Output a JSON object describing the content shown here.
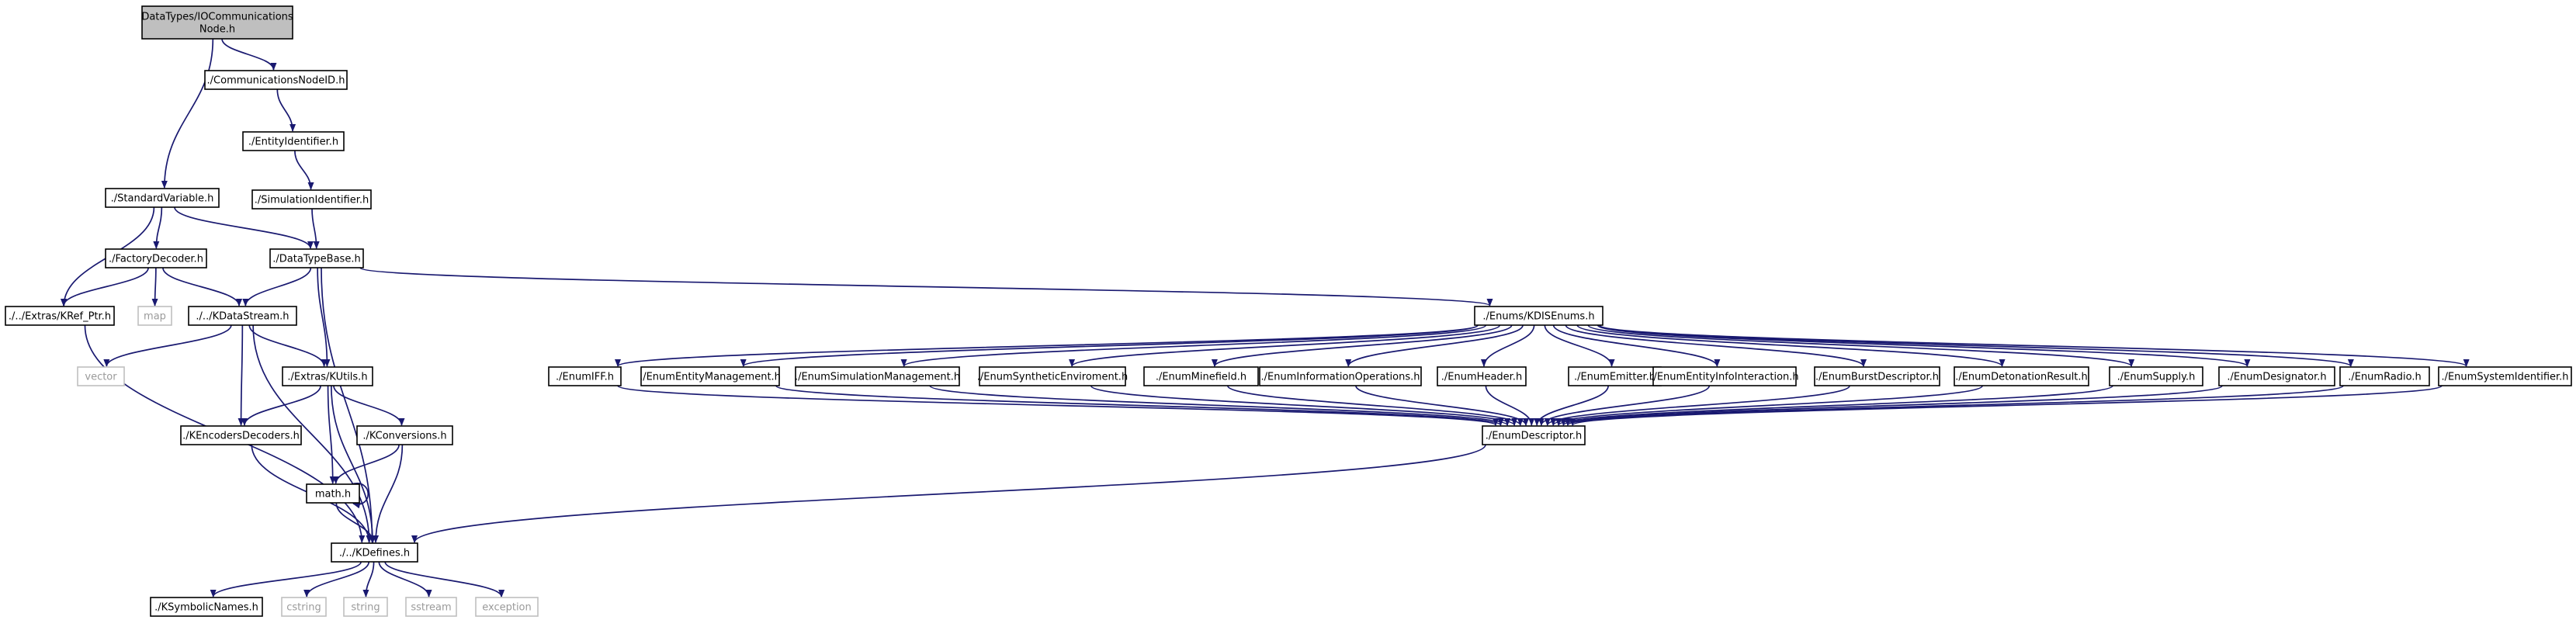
{
  "colors": {
    "edge": "#191970",
    "root_fill": "#bfbfbf",
    "node_border": "#000000",
    "external_border": "#bfbfbf",
    "external_text": "#9a9a9a"
  },
  "nodes": [
    {
      "id": "root",
      "lines": [
        "DataTypes/IOCommunications",
        "Node.h"
      ],
      "kind": "root"
    },
    {
      "id": "commnodeid",
      "lines": [
        "./CommunicationsNodeID.h"
      ]
    },
    {
      "id": "entityid",
      "lines": [
        "./EntityIdentifier.h"
      ]
    },
    {
      "id": "simid",
      "lines": [
        "./SimulationIdentifier.h"
      ]
    },
    {
      "id": "stdvar",
      "lines": [
        "./StandardVariable.h"
      ]
    },
    {
      "id": "factory",
      "lines": [
        "./FactoryDecoder.h"
      ]
    },
    {
      "id": "dtbase",
      "lines": [
        "./DataTypeBase.h"
      ]
    },
    {
      "id": "krefptr",
      "lines": [
        "./../Extras/KRef_Ptr.h"
      ]
    },
    {
      "id": "map",
      "lines": [
        "map"
      ],
      "kind": "ext"
    },
    {
      "id": "kdatastream",
      "lines": [
        "./../KDataStream.h"
      ]
    },
    {
      "id": "vector",
      "lines": [
        "vector"
      ],
      "kind": "ext"
    },
    {
      "id": "kutils",
      "lines": [
        "./Extras/KUtils.h"
      ]
    },
    {
      "id": "kencdec",
      "lines": [
        "./KEncodersDecoders.h"
      ]
    },
    {
      "id": "kconv",
      "lines": [
        "./KConversions.h"
      ]
    },
    {
      "id": "math",
      "lines": [
        "math.h"
      ]
    },
    {
      "id": "kdefines",
      "lines": [
        "./../KDefines.h"
      ]
    },
    {
      "id": "ksym",
      "lines": [
        "./KSymbolicNames.h"
      ]
    },
    {
      "id": "cstring",
      "lines": [
        "cstring"
      ],
      "kind": "ext"
    },
    {
      "id": "string",
      "lines": [
        "string"
      ],
      "kind": "ext"
    },
    {
      "id": "sstream",
      "lines": [
        "sstream"
      ],
      "kind": "ext"
    },
    {
      "id": "exception",
      "lines": [
        "exception"
      ],
      "kind": "ext"
    },
    {
      "id": "kdisenums",
      "lines": [
        "./Enums/KDISEnums.h"
      ]
    },
    {
      "id": "eiff",
      "lines": [
        "./EnumIFF.h"
      ]
    },
    {
      "id": "eentmgmt",
      "lines": [
        "./EnumEntityManagement.h"
      ]
    },
    {
      "id": "esimmgmt",
      "lines": [
        "./EnumSimulationManagement.h"
      ]
    },
    {
      "id": "esynth",
      "lines": [
        "./EnumSyntheticEnviroment.h"
      ]
    },
    {
      "id": "emine",
      "lines": [
        "./EnumMinefield.h"
      ]
    },
    {
      "id": "einfoops",
      "lines": [
        "./EnumInformationOperations.h"
      ]
    },
    {
      "id": "eheader",
      "lines": [
        "./EnumHeader.h"
      ]
    },
    {
      "id": "eemitter",
      "lines": [
        "./EnumEmitter.h"
      ]
    },
    {
      "id": "eentinfo",
      "lines": [
        "./EnumEntityInfoInteraction.h"
      ]
    },
    {
      "id": "eburst",
      "lines": [
        "./EnumBurstDescriptor.h"
      ]
    },
    {
      "id": "edeton",
      "lines": [
        "./EnumDetonationResult.h"
      ]
    },
    {
      "id": "esupply",
      "lines": [
        "./EnumSupply.h"
      ]
    },
    {
      "id": "edesig",
      "lines": [
        "./EnumDesignator.h"
      ]
    },
    {
      "id": "eradio",
      "lines": [
        "./EnumRadio.h"
      ]
    },
    {
      "id": "esysid",
      "lines": [
        "./EnumSystemIdentifier.h"
      ]
    },
    {
      "id": "edesc",
      "lines": [
        "./EnumDescriptor.h"
      ]
    }
  ],
  "edges": [
    [
      "root",
      "commnodeid"
    ],
    [
      "root",
      "stdvar"
    ],
    [
      "commnodeid",
      "entityid"
    ],
    [
      "entityid",
      "simid"
    ],
    [
      "simid",
      "dtbase"
    ],
    [
      "stdvar",
      "factory"
    ],
    [
      "stdvar",
      "dtbase"
    ],
    [
      "stdvar",
      "krefptr"
    ],
    [
      "factory",
      "krefptr"
    ],
    [
      "factory",
      "map"
    ],
    [
      "factory",
      "kdatastream"
    ],
    [
      "dtbase",
      "kdatastream"
    ],
    [
      "dtbase",
      "kutils"
    ],
    [
      "dtbase",
      "kdefines"
    ],
    [
      "dtbase",
      "kdisenums"
    ],
    [
      "krefptr",
      "kdefines"
    ],
    [
      "kdatastream",
      "vector"
    ],
    [
      "kdatastream",
      "kutils"
    ],
    [
      "kdatastream",
      "kencdec"
    ],
    [
      "kdatastream",
      "kdefines"
    ],
    [
      "kutils",
      "kencdec"
    ],
    [
      "kutils",
      "kconv"
    ],
    [
      "kutils",
      "math"
    ],
    [
      "kutils",
      "kdefines"
    ],
    [
      "kencdec",
      "kdefines"
    ],
    [
      "kconv",
      "math"
    ],
    [
      "kconv",
      "kdefines"
    ],
    [
      "math",
      "math"
    ],
    [
      "math",
      "kdefines"
    ],
    [
      "kdefines",
      "ksym"
    ],
    [
      "kdefines",
      "cstring"
    ],
    [
      "kdefines",
      "string"
    ],
    [
      "kdefines",
      "sstream"
    ],
    [
      "kdefines",
      "exception"
    ],
    [
      "kdisenums",
      "eiff"
    ],
    [
      "kdisenums",
      "eentmgmt"
    ],
    [
      "kdisenums",
      "esimmgmt"
    ],
    [
      "kdisenums",
      "esynth"
    ],
    [
      "kdisenums",
      "emine"
    ],
    [
      "kdisenums",
      "einfoops"
    ],
    [
      "kdisenums",
      "eheader"
    ],
    [
      "kdisenums",
      "eemitter"
    ],
    [
      "kdisenums",
      "eentinfo"
    ],
    [
      "kdisenums",
      "eburst"
    ],
    [
      "kdisenums",
      "edeton"
    ],
    [
      "kdisenums",
      "esupply"
    ],
    [
      "kdisenums",
      "edesig"
    ],
    [
      "kdisenums",
      "eradio"
    ],
    [
      "kdisenums",
      "esysid"
    ],
    [
      "eiff",
      "edesc"
    ],
    [
      "eentmgmt",
      "edesc"
    ],
    [
      "esimmgmt",
      "edesc"
    ],
    [
      "esynth",
      "edesc"
    ],
    [
      "emine",
      "edesc"
    ],
    [
      "einfoops",
      "edesc"
    ],
    [
      "eheader",
      "edesc"
    ],
    [
      "eemitter",
      "edesc"
    ],
    [
      "eentinfo",
      "edesc"
    ],
    [
      "eburst",
      "edesc"
    ],
    [
      "edeton",
      "edesc"
    ],
    [
      "esupply",
      "edesc"
    ],
    [
      "edesig",
      "edesc"
    ],
    [
      "eradio",
      "edesc"
    ],
    [
      "esysid",
      "edesc"
    ],
    [
      "edesc",
      "kdefines"
    ]
  ]
}
